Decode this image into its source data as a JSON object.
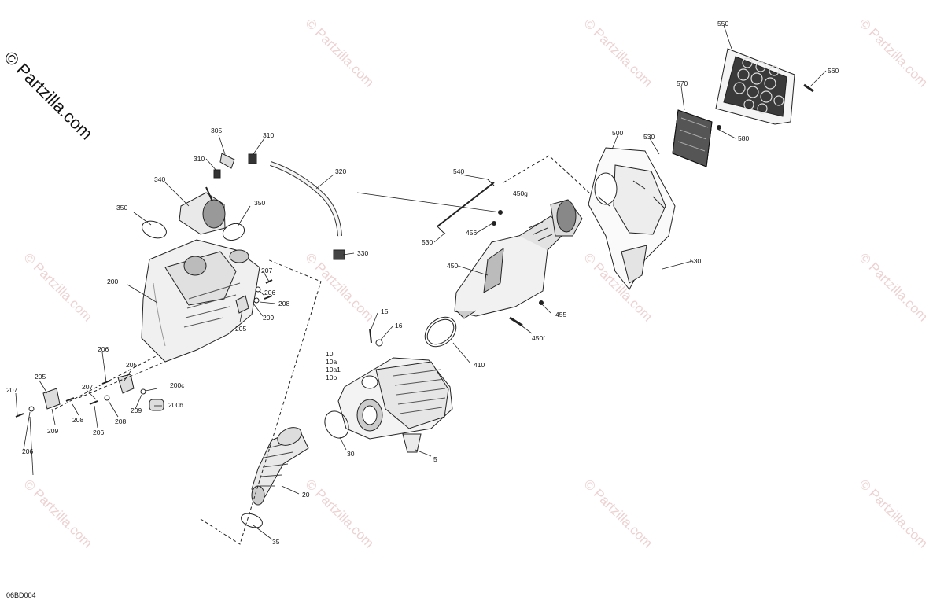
{
  "brand": "© Partzilla.com",
  "watermark": "© Partzilla.com",
  "diagram_code": "06BD004",
  "callouts": [
    {
      "id": "c550",
      "text": "550"
    },
    {
      "id": "c560",
      "text": "560"
    },
    {
      "id": "c570",
      "text": "570"
    },
    {
      "id": "c580",
      "text": "580"
    },
    {
      "id": "c500",
      "text": "500"
    },
    {
      "id": "c530a",
      "text": "530"
    },
    {
      "id": "c530b",
      "text": "530"
    },
    {
      "id": "c530c",
      "text": "530"
    },
    {
      "id": "c540",
      "text": "540"
    },
    {
      "id": "c450g",
      "text": "450g"
    },
    {
      "id": "c456",
      "text": "456"
    },
    {
      "id": "c450",
      "text": "450"
    },
    {
      "id": "c455",
      "text": "455"
    },
    {
      "id": "c450f",
      "text": "450f"
    },
    {
      "id": "c410",
      "text": "410"
    },
    {
      "id": "c15",
      "text": "15"
    },
    {
      "id": "c16",
      "text": "16"
    },
    {
      "id": "c10",
      "text": "10"
    },
    {
      "id": "c10a",
      "text": "10a"
    },
    {
      "id": "c10a1",
      "text": "10a1"
    },
    {
      "id": "c10b",
      "text": "10b"
    },
    {
      "id": "c5",
      "text": "5"
    },
    {
      "id": "c30",
      "text": "30"
    },
    {
      "id": "c20",
      "text": "20"
    },
    {
      "id": "c35",
      "text": "35"
    },
    {
      "id": "c305",
      "text": "305"
    },
    {
      "id": "c310a",
      "text": "310"
    },
    {
      "id": "c310b",
      "text": "310"
    },
    {
      "id": "c320",
      "text": "320"
    },
    {
      "id": "c340",
      "text": "340"
    },
    {
      "id": "c350a",
      "text": "350"
    },
    {
      "id": "c350b",
      "text": "350"
    },
    {
      "id": "c330",
      "text": "330"
    },
    {
      "id": "c200",
      "text": "200"
    },
    {
      "id": "c207a",
      "text": "207"
    },
    {
      "id": "c206a",
      "text": "206"
    },
    {
      "id": "c208a",
      "text": "208"
    },
    {
      "id": "c209a",
      "text": "209"
    },
    {
      "id": "c205a",
      "text": "205"
    },
    {
      "id": "c206b",
      "text": "206"
    },
    {
      "id": "c205b",
      "text": "205"
    },
    {
      "id": "c205c",
      "text": "205"
    },
    {
      "id": "c207b",
      "text": "207"
    },
    {
      "id": "c207c",
      "text": "207"
    },
    {
      "id": "c208b",
      "text": "208"
    },
    {
      "id": "c208c",
      "text": "208"
    },
    {
      "id": "c209b",
      "text": "209"
    },
    {
      "id": "c209c",
      "text": "209"
    },
    {
      "id": "c206c",
      "text": "206"
    },
    {
      "id": "c206d",
      "text": "206"
    },
    {
      "id": "c200c",
      "text": "200c"
    },
    {
      "id": "c200b",
      "text": "200b"
    }
  ]
}
